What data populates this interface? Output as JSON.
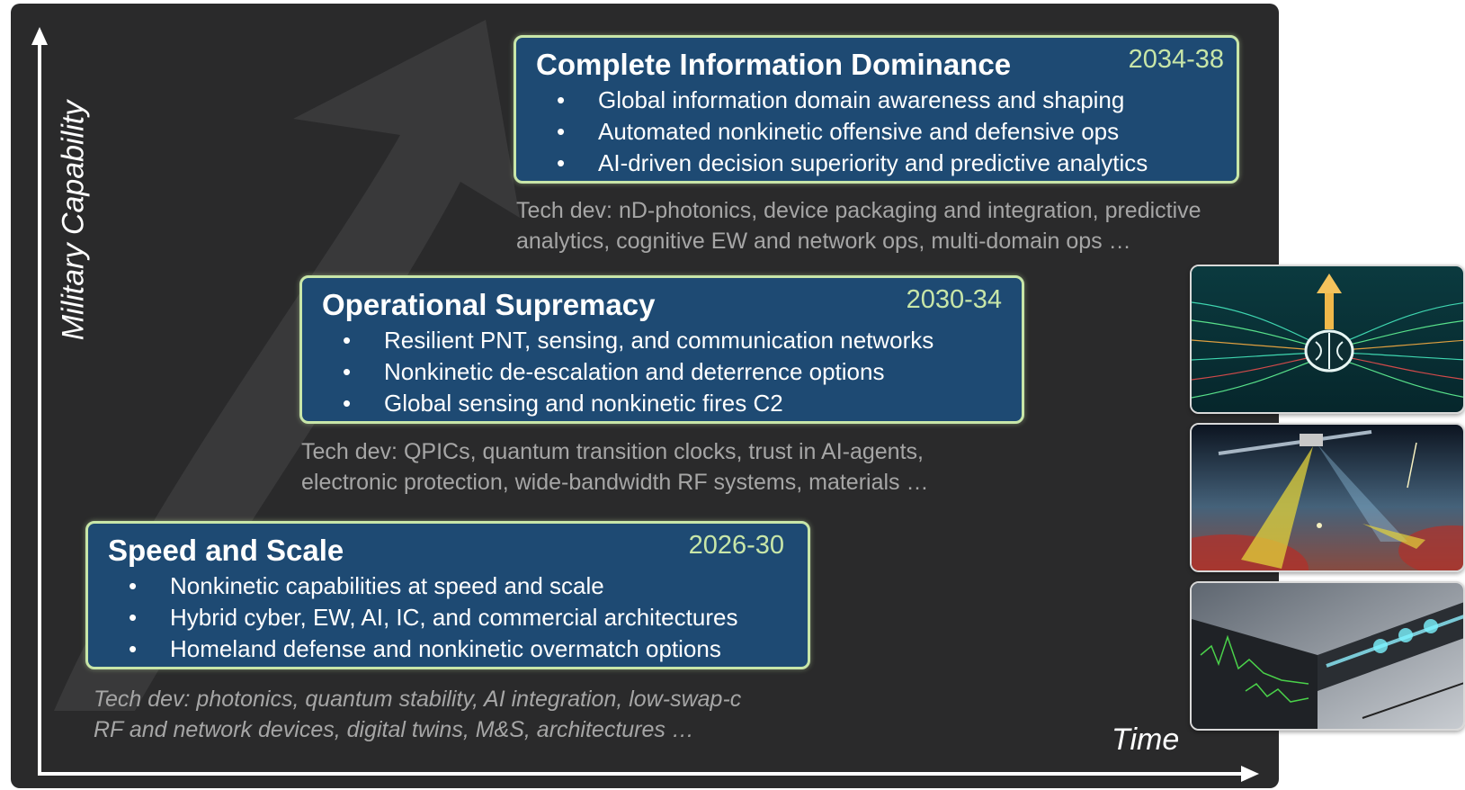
{
  "axes": {
    "y_label": "Military Capability",
    "x_label": "Time"
  },
  "stages": [
    {
      "title": "Complete Information Dominance",
      "years": "2034-38",
      "bullets": [
        "Global information domain awareness and shaping",
        "Automated nonkinetic offensive and defensive ops",
        "AI-driven decision superiority and predictive analytics"
      ],
      "tech_dev": [
        "Tech dev: nD-photonics, device packaging and integration, predictive",
        "analytics, cognitive EW and network ops, multi-domain ops …"
      ]
    },
    {
      "title": "Operational Supremacy",
      "years": "2030-34",
      "bullets": [
        "Resilient PNT, sensing, and communication networks",
        "Nonkinetic de-escalation and deterrence options",
        "Global sensing and nonkinetic fires C2"
      ],
      "tech_dev": [
        "Tech dev: QPICs, quantum transition clocks, trust in AI-agents,",
        "electronic protection, wide-bandwidth RF systems, materials …"
      ]
    },
    {
      "title": "Speed and Scale",
      "years": "2026-30",
      "bullets": [
        "Nonkinetic capabilities at speed and scale",
        "Hybrid cyber, EW, AI, IC, and commercial architectures",
        "Homeland defense and nonkinetic overmatch options"
      ],
      "tech_dev": [
        "Tech dev: photonics, quantum stability, AI integration, low-swap-c",
        "RF and network devices, digital twins, M&S, architectures …"
      ]
    }
  ],
  "colors": {
    "background": "#2a2a2b",
    "box_fill": "#1e4a73",
    "box_border": "#c8e6a8",
    "years": "#c8e6a8",
    "tech_dev_text": "#a6a6a6"
  },
  "thumbnails": [
    "ai-brain-network-image",
    "satellite-sensing-image",
    "photonic-chip-spectrum-image"
  ]
}
